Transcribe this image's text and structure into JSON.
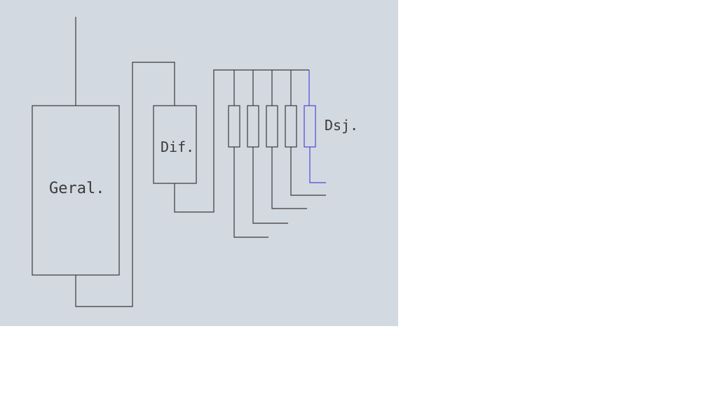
{
  "diagram": {
    "background_color": "#d3d9e1",
    "line_color": "#3a3a3a",
    "highlight_color": "#4a4ad6",
    "labels": {
      "main_breaker": "Geral.",
      "differential": "Dif.",
      "breakers": "Dsj."
    }
  }
}
